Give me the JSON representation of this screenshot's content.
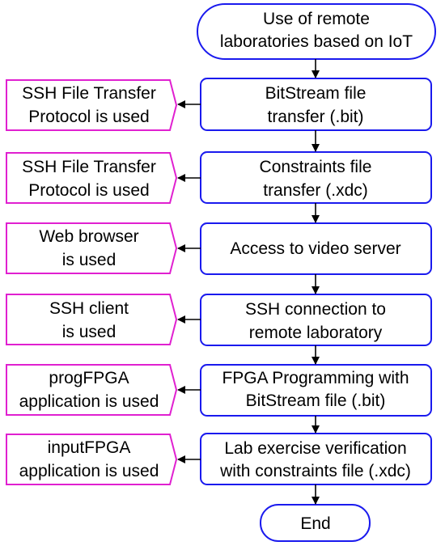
{
  "start": {
    "lines": [
      "Use of remote",
      "laboratories based on IoT"
    ]
  },
  "steps": [
    {
      "lines": [
        "BitStream file",
        "transfer (.bit)"
      ],
      "tool": [
        "SSH File Transfer",
        "Protocol is used"
      ]
    },
    {
      "lines": [
        "Constraints file",
        "transfer (.xdc)"
      ],
      "tool": [
        "SSH File Transfer",
        "Protocol is used"
      ]
    },
    {
      "lines": [
        "Access to video server"
      ],
      "tool": [
        "Web browser",
        "is used"
      ]
    },
    {
      "lines": [
        "SSH connection to",
        "remote laboratory"
      ],
      "tool": [
        "SSH client",
        "is used"
      ]
    },
    {
      "lines": [
        "FPGA Programming with",
        "BitStream file (.bit)"
      ],
      "tool": [
        "progFPGA",
        "application is used"
      ]
    },
    {
      "lines": [
        "Lab exercise verification",
        "with constraints file (.xdc)"
      ],
      "tool": [
        "inputFPGA",
        "application is used"
      ]
    }
  ],
  "end": {
    "lines": [
      "End"
    ]
  },
  "colors": {
    "process_border": "#1a1aee",
    "note_border": "#e020d0",
    "connector": "#000000"
  }
}
